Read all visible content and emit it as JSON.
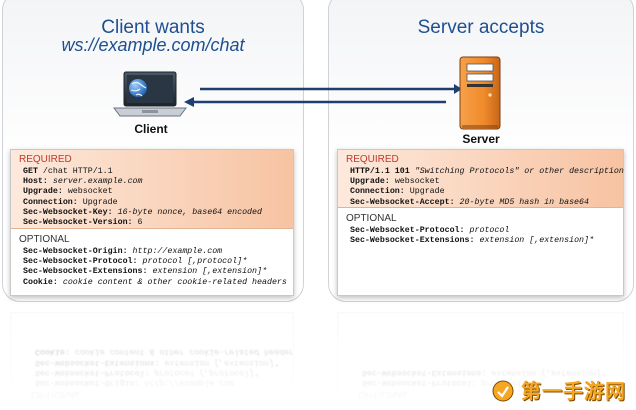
{
  "left_panel": {
    "title": "Client wants",
    "url": "ws://example.com/chat",
    "node_label": "Client",
    "required_label": "REQUIRED",
    "required_lines": [
      {
        "key": "GET",
        "val": " /chat HTTP/1.1",
        "val_italic": false
      },
      {
        "key": "Host:",
        "val": " server.example.com",
        "val_italic": true
      },
      {
        "key": "Upgrade:",
        "val": " websocket",
        "val_italic": false
      },
      {
        "key": "Connection:",
        "val": " Upgrade",
        "val_italic": false
      },
      {
        "key": "Sec-Websocket-Key:",
        "val": " 16-byte nonce, base64 encoded",
        "val_italic": true
      },
      {
        "key": "Sec-Websocket-Version:",
        "val": " 6",
        "val_italic": false
      }
    ],
    "optional_label": "OPTIONAL",
    "optional_lines": [
      {
        "key": "Sec-Websocket-Origin:",
        "val": " http://example.com",
        "val_italic": true
      },
      {
        "key": "Sec-Websocket-Protocol:",
        "val": " protocol [,protocol]*",
        "val_italic": true
      },
      {
        "key": "Sec-Websocket-Extensions:",
        "val": " extension [,extension]*",
        "val_italic": true
      },
      {
        "key": "Cookie:",
        "val": " cookie content & other cookie-related headers",
        "val_italic": true
      }
    ]
  },
  "right_panel": {
    "title": "Server accepts",
    "node_label": "Server",
    "required_label": "REQUIRED",
    "required_lines": [
      {
        "key": "HTTP/1.1 101",
        "val": " \"Switching Protocols\" or other description",
        "val_italic": true
      },
      {
        "key": "Upgrade:",
        "val": " websocket",
        "val_italic": false
      },
      {
        "key": "Connection:",
        "val": " Upgrade",
        "val_italic": false
      },
      {
        "key": "Sec-Websocket-Accept:",
        "val": " 20-byte MD5 hash in base64",
        "val_italic": true
      }
    ],
    "optional_label": "OPTIONAL",
    "optional_lines": [
      {
        "key": "Sec-Websocket-Protocol:",
        "val": " protocol",
        "val_italic": true
      },
      {
        "key": "Sec-Websocket-Extensions:",
        "val": " extension [,extension]*",
        "val_italic": true
      }
    ]
  },
  "icons": {
    "client": "laptop-globe-icon",
    "server": "server-tower-icon",
    "connection": "bidirectional-arrow-icon"
  },
  "colors": {
    "heading": "#1f4f8f",
    "required_label": "#c0392b",
    "required_bg_start": "#fde9dc",
    "required_bg_end": "#f7c3a2",
    "server_body": "#f08a2a",
    "arrow": "#1f3f6f"
  },
  "watermark": {
    "text": "第一手游网"
  }
}
